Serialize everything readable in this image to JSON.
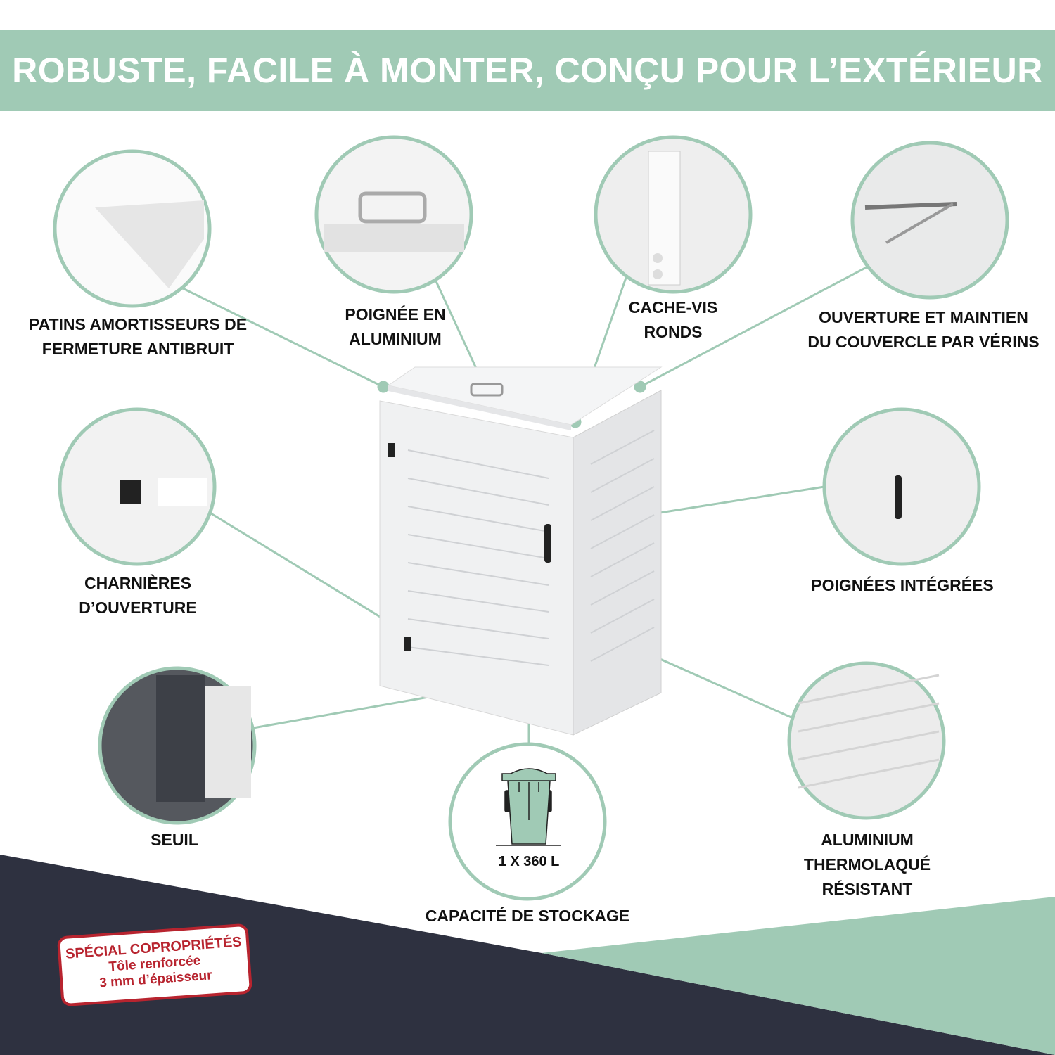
{
  "header": {
    "title": "ROBUSTE, FACILE À MONTER, CONÇU POUR L’EXTÉRIEUR"
  },
  "features": [
    {
      "line1": "PATINS AMORTISSEURS DE",
      "line2": "FERMETURE ANTIBRUIT"
    },
    {
      "line1": "POIGNÉE EN",
      "line2": "ALUMINIUM"
    },
    {
      "line1": "CACHE-VIS",
      "line2": "RONDS"
    },
    {
      "line1": "OUVERTURE ET MAINTIEN",
      "line2": "DU COUVERCLE PAR VÉRINS"
    },
    {
      "line1": "CHARNIÈRES",
      "line2": "D’OUVERTURE"
    },
    {
      "line1": "POIGNÉES INTÉGRÉES"
    },
    {
      "line1": "SEUIL"
    },
    {
      "line1": "CAPACITÉ DE STOCKAGE"
    },
    {
      "line1": "ALUMINIUM",
      "line2": "THERMOLAQUÉ",
      "line3": "RÉSISTANT"
    }
  ],
  "capacity": {
    "value": "1 X 360 L",
    "icon": "wheelie-bin-icon"
  },
  "stamp": {
    "line1": "SPÉCIAL COPROPRIÉTÉS",
    "line2": "Tôle renforcée",
    "line3": "3 mm d’épaisseur"
  },
  "colors": {
    "mint": "#a0cab5",
    "dark": "#2e3140",
    "stamp_red": "#b8242f"
  }
}
